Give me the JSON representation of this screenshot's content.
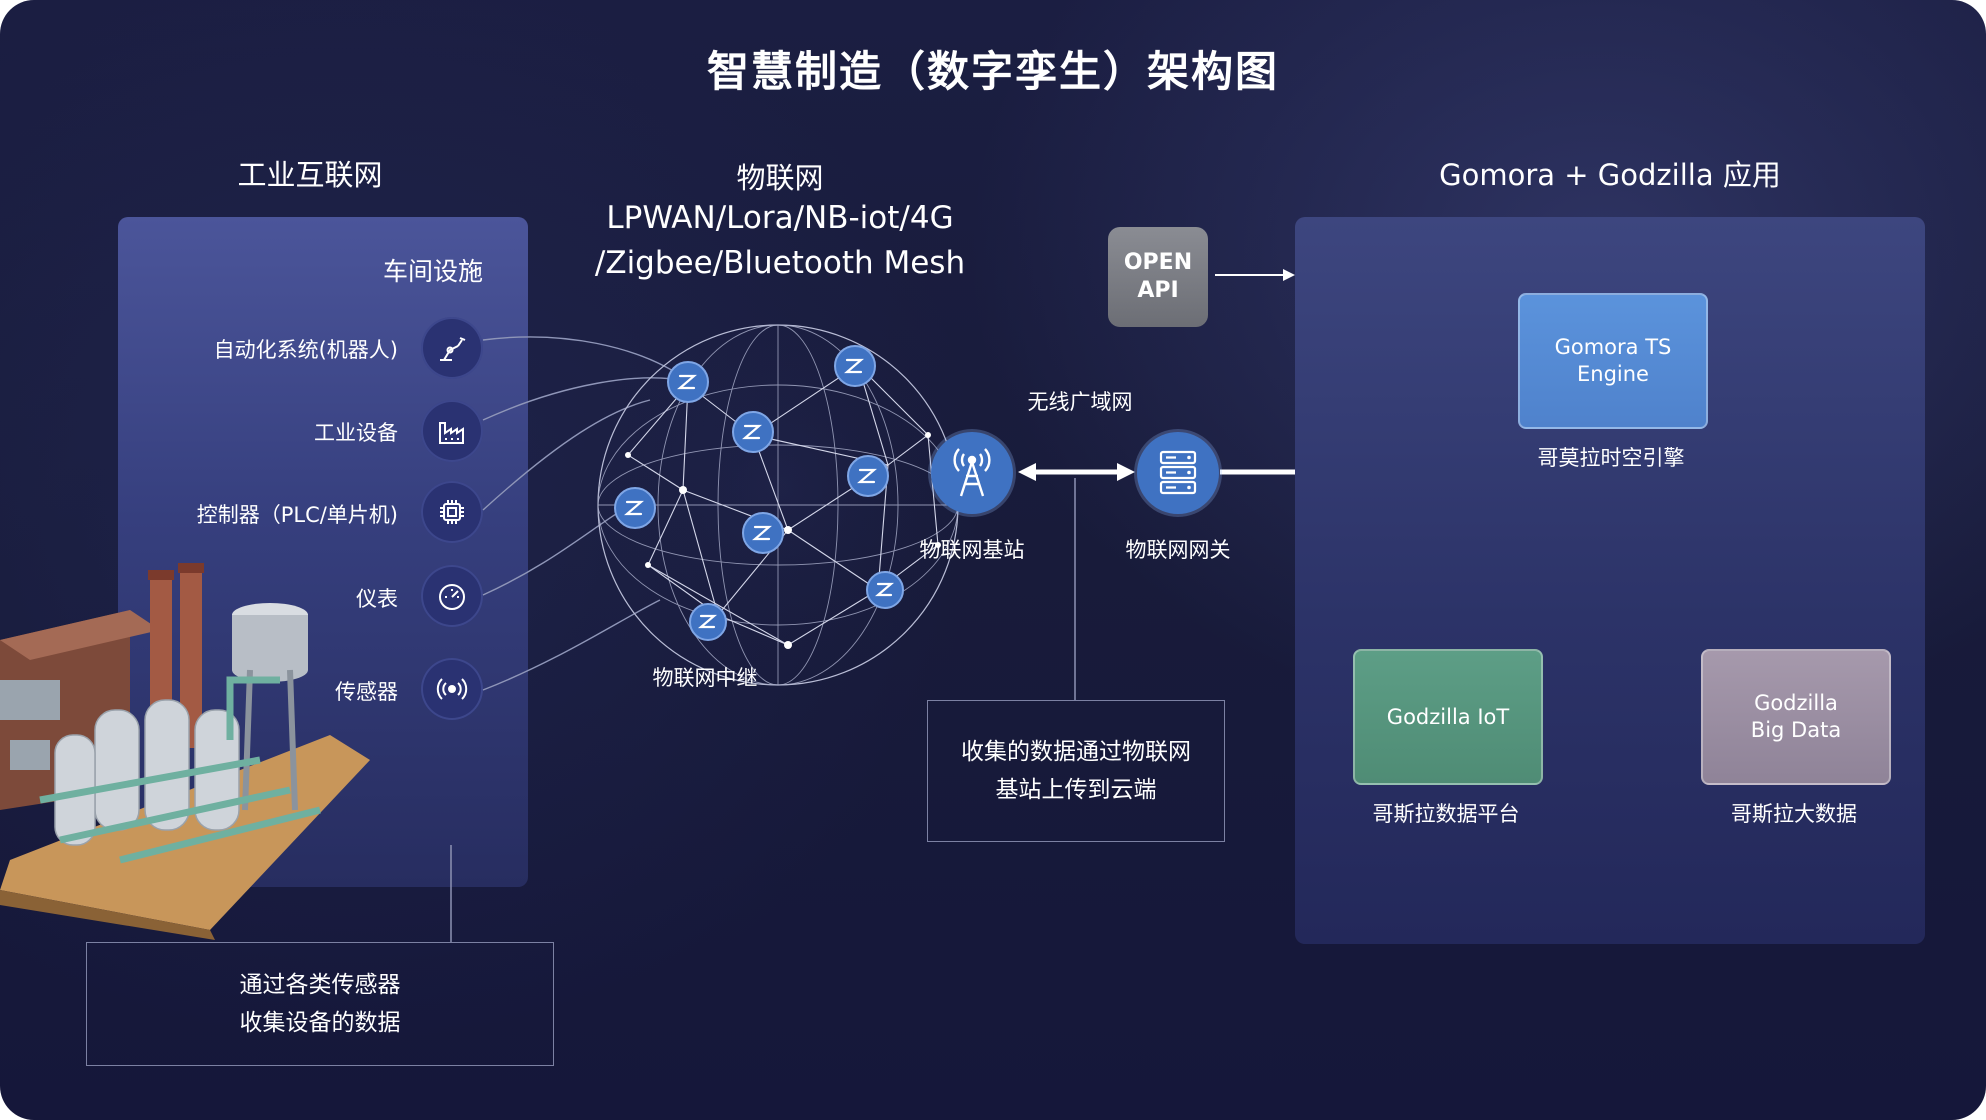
{
  "title": "智慧制造（数字孪生）架构图",
  "sections": {
    "industrial_internet": "工业互联网",
    "iot": "物联网",
    "protocols_line1": "LPWAN/Lora/NB-iot/4G",
    "protocols_line2": "/Zigbee/Bluetooth Mesh",
    "apps": "Gomora + Godzilla 应用"
  },
  "workshop": {
    "title": "车间设施",
    "devices": [
      {
        "label": "自动化系统(机器人)",
        "icon": "robot-arm-icon"
      },
      {
        "label": "工业设备",
        "icon": "factory-icon"
      },
      {
        "label": "控制器（PLC/单片机)",
        "icon": "chip-icon"
      },
      {
        "label": "仪表",
        "icon": "gauge-icon"
      },
      {
        "label": "传感器",
        "icon": "sensor-signal-icon"
      }
    ]
  },
  "network": {
    "relay_label": "物联网中继",
    "base_station_label": "物联网基站",
    "wireless_label": "无线广域网",
    "gateway_label": "物联网网关"
  },
  "notes": {
    "sensors_line1": "通过各类传感器",
    "sensors_line2": "收集设备的数据",
    "upload_line1": "收集的数据通过物联网",
    "upload_line2": "基站上传到云端"
  },
  "open_api": {
    "line1": "OPEN",
    "line2": "API"
  },
  "applications": {
    "ts_engine": {
      "line1": "Gomora TS",
      "line2": "Engine",
      "caption": "哥莫拉时空引擎"
    },
    "iot_platform": {
      "line1": "Godzilla IoT",
      "caption": "哥斯拉数据平台"
    },
    "big_data": {
      "line1": "Godzilla",
      "line2": "Big Data",
      "caption": "哥斯拉大数据"
    }
  }
}
